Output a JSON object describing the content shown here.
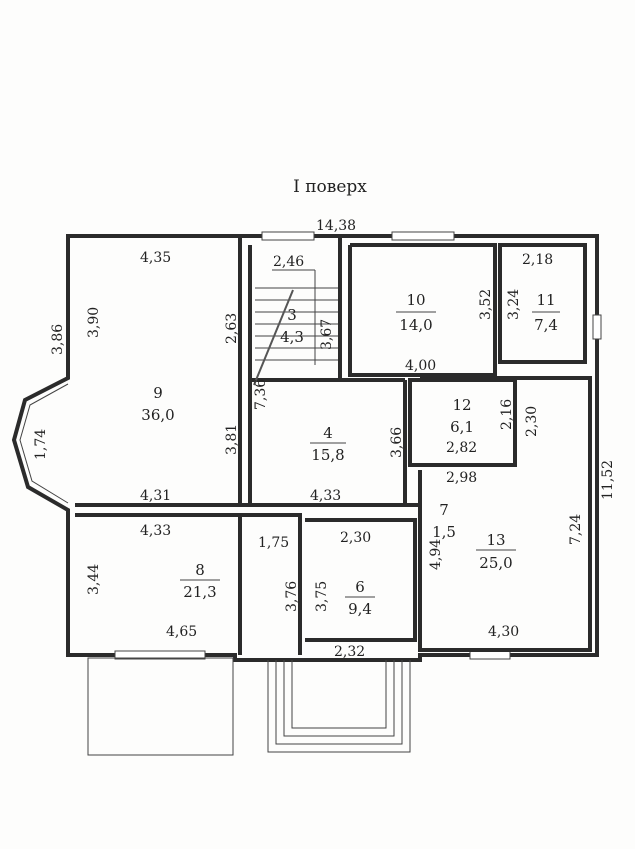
{
  "title": "I поверх",
  "rooms": [
    {
      "number": "3",
      "area": "4,3"
    },
    {
      "number": "4",
      "area": "15,8"
    },
    {
      "number": "6",
      "area": "9,4"
    },
    {
      "number": "7",
      "area": "1,5"
    },
    {
      "number": "8",
      "area": "21,3"
    },
    {
      "number": "9",
      "area": "36,0"
    },
    {
      "number": "10",
      "area": "14,0"
    },
    {
      "number": "11",
      "area": "7,4"
    },
    {
      "number": "12",
      "area": "6,1"
    },
    {
      "number": "13",
      "area": "25,0"
    }
  ],
  "dims": [
    "14,38",
    "4,35",
    "3,86",
    "3,90",
    "2,63",
    "1,74",
    "2,46",
    "3,67",
    "7,36",
    "3,81",
    "3,52",
    "3,24",
    "2,18",
    "4,00",
    "3,66",
    "2,16",
    "2,30",
    "2,82",
    "2,98",
    "11,52",
    "4,31",
    "4,33",
    "4,33",
    "1,75",
    "2,30",
    "3,44",
    "3,76",
    "3,75",
    "4,94",
    "7,24",
    "4,65",
    "2,32",
    "4,30"
  ]
}
